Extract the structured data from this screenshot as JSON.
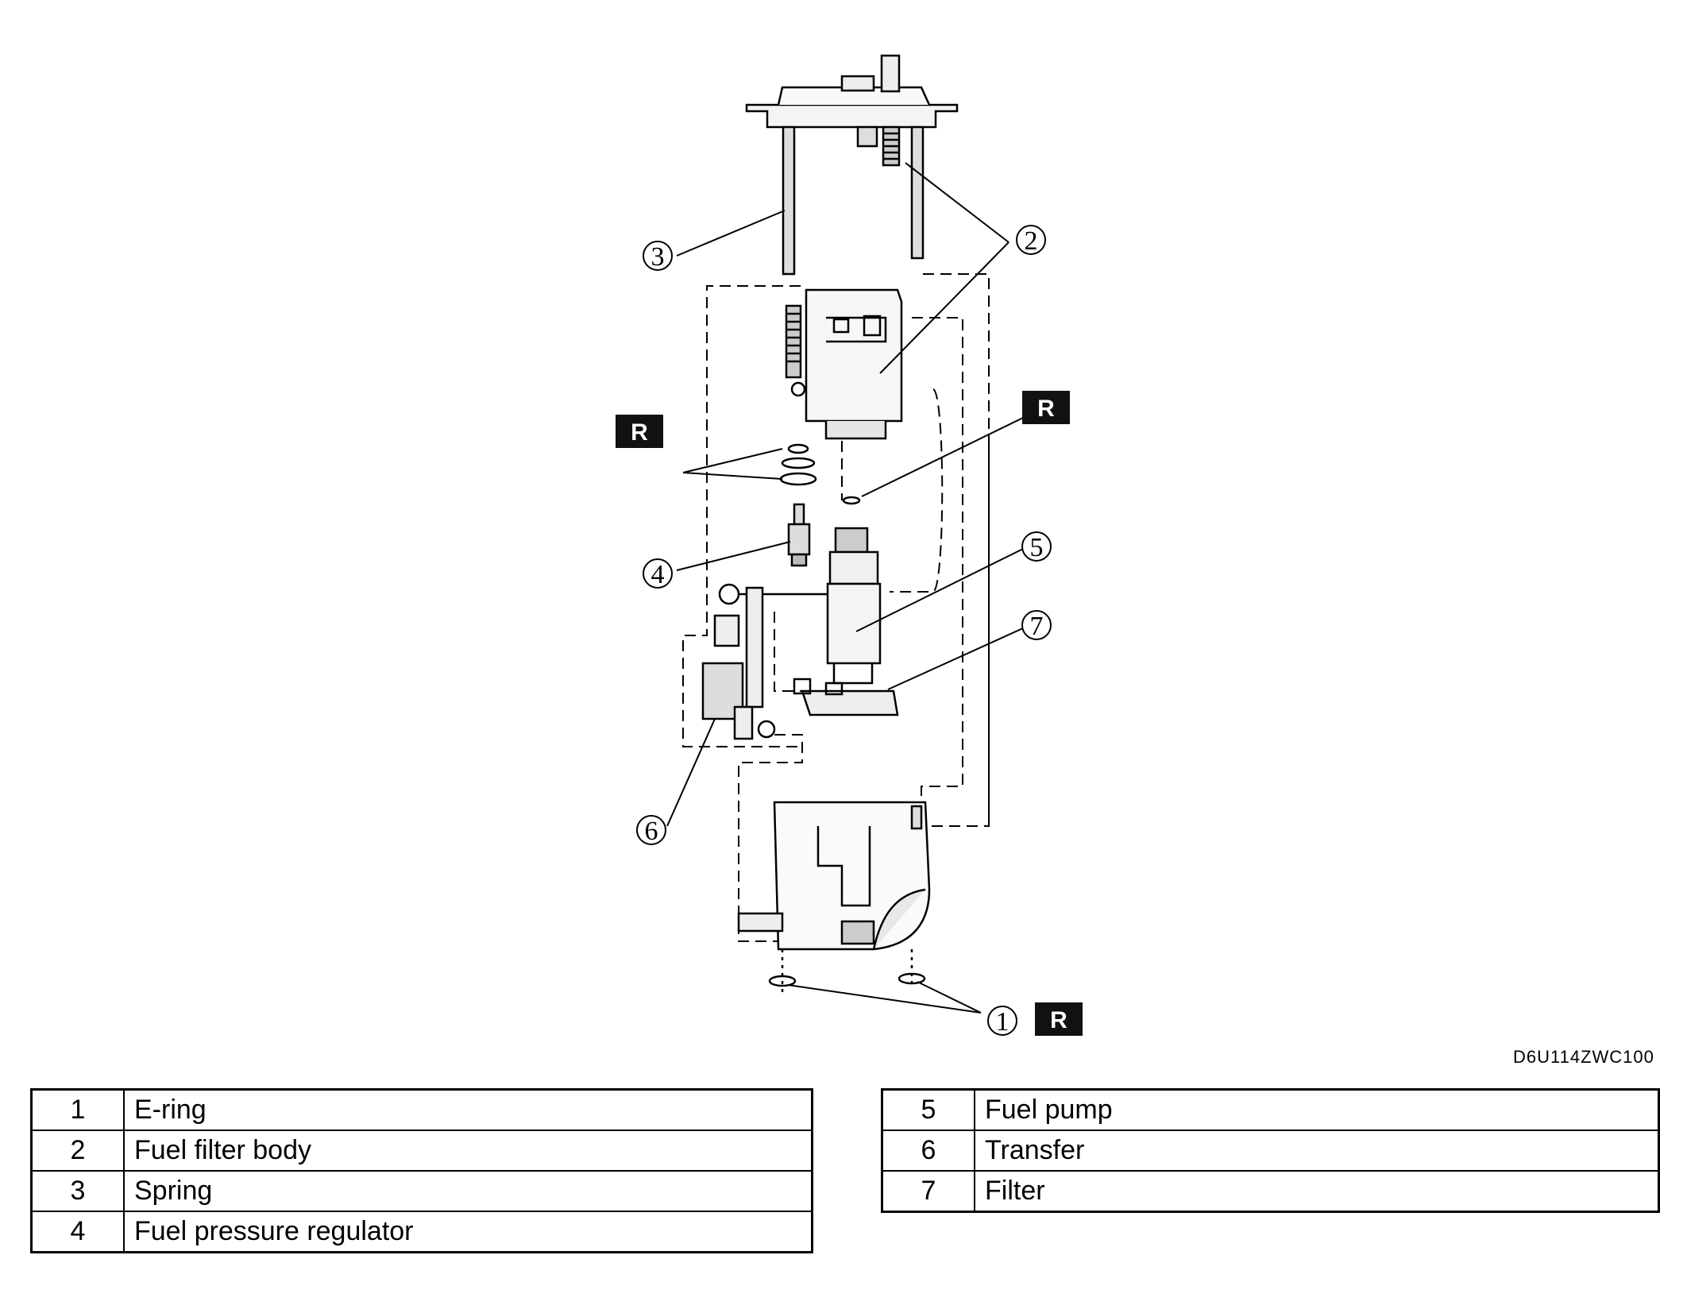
{
  "diagram": {
    "callouts": [
      "1",
      "2",
      "3",
      "4",
      "5",
      "6",
      "7"
    ],
    "replace_marker": "R",
    "figure_code": "D6U114ZWC100"
  },
  "legend": {
    "left": [
      {
        "num": "1",
        "label": "E-ring"
      },
      {
        "num": "2",
        "label": "Fuel filter body"
      },
      {
        "num": "3",
        "label": "Spring"
      },
      {
        "num": "4",
        "label": "Fuel pressure regulator"
      }
    ],
    "right": [
      {
        "num": "5",
        "label": "Fuel pump"
      },
      {
        "num": "6",
        "label": "Transfer"
      },
      {
        "num": "7",
        "label": "Filter"
      }
    ]
  }
}
